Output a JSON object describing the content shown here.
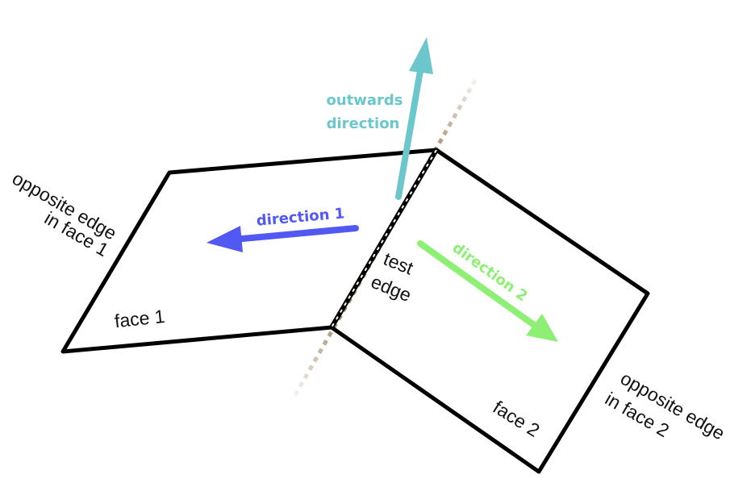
{
  "labels": {
    "outwards_line1": "outwards",
    "outwards_line2": "direction",
    "direction1": "direction 1",
    "direction2": "direction 2",
    "test_line1": "test",
    "test_line2": "edge",
    "face1": "face 1",
    "face2": "face 2",
    "opposite1_line1": "opposite edge",
    "opposite1_line2": "in face 1",
    "opposite2_line1": "opposite edge",
    "opposite2_line2": "in face 2"
  },
  "colors": {
    "outline": "#000000",
    "outwards": "#6cc7cc",
    "direction1": "#5258f2",
    "direction2": "#8df075",
    "dotted_edge": "#a08a62"
  }
}
